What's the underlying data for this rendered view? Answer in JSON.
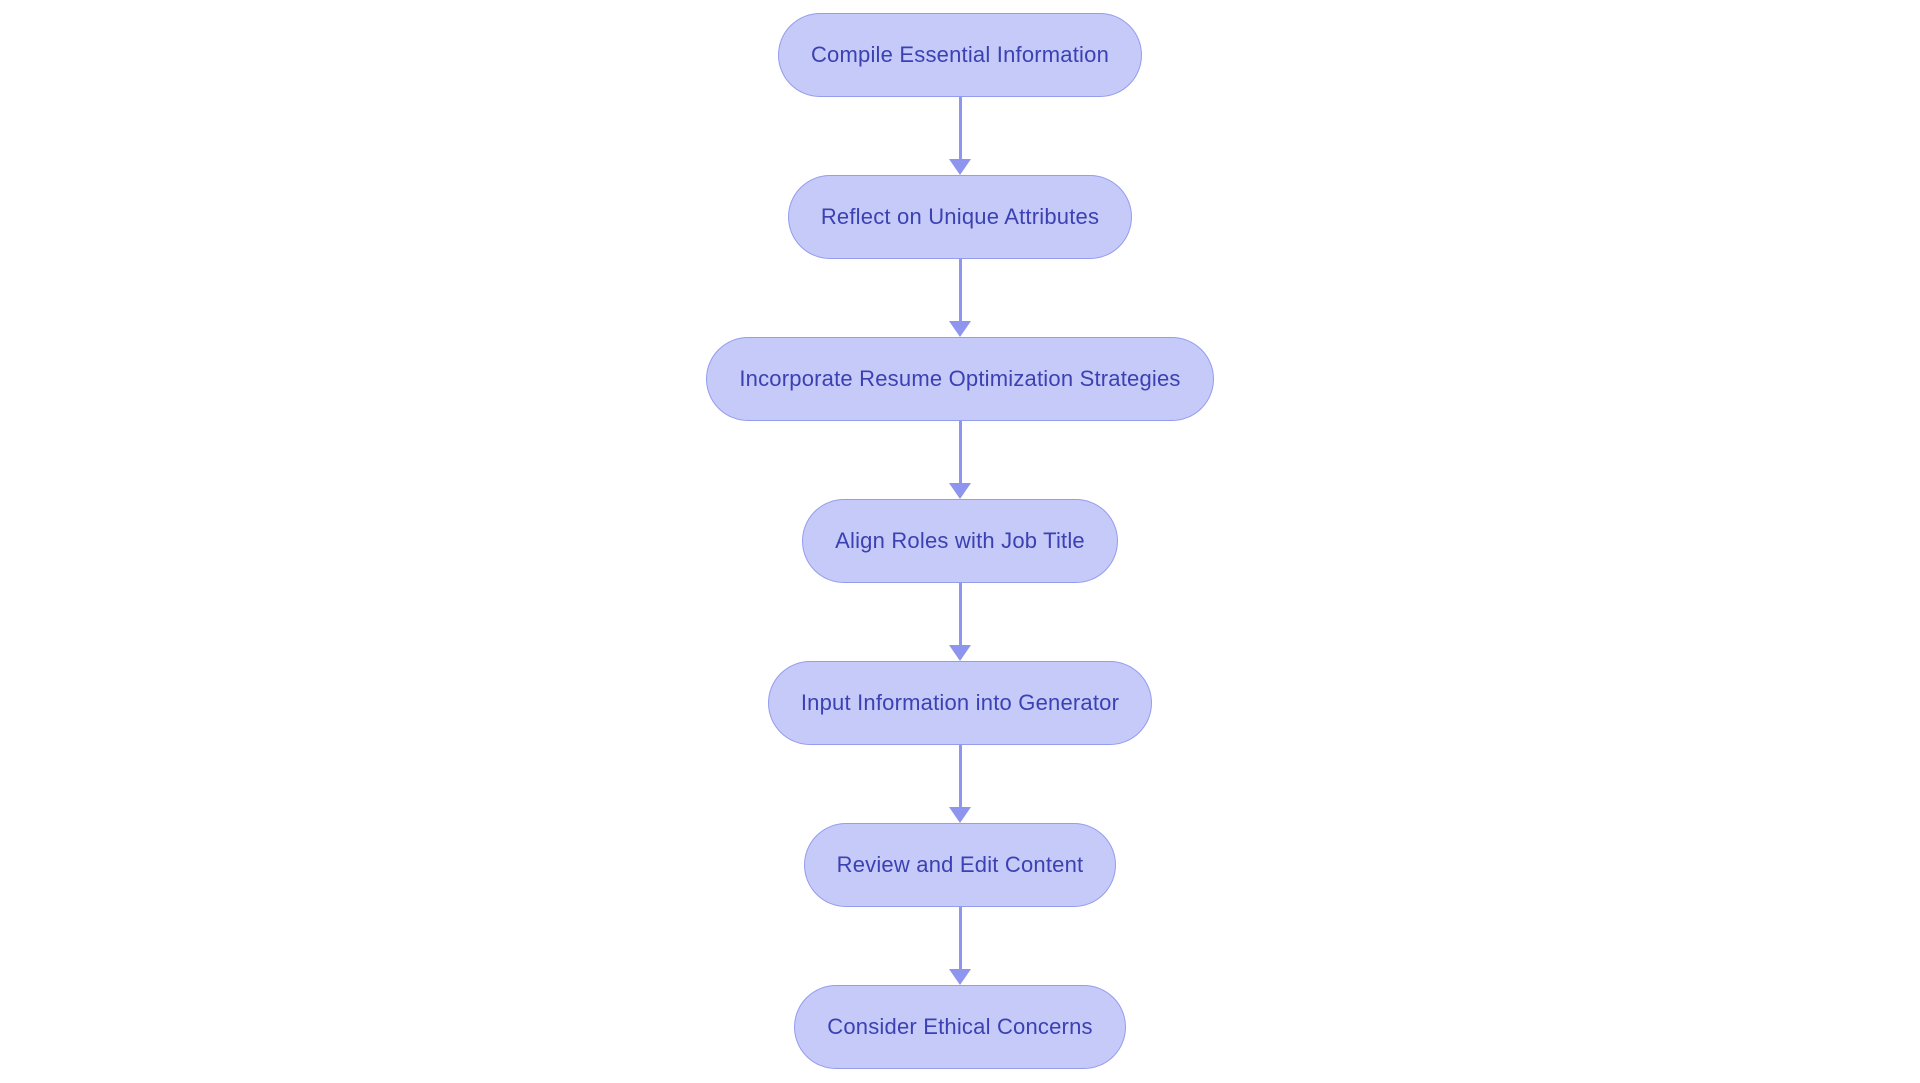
{
  "flowchart": {
    "type": "flowchart",
    "direction": "top-to-bottom",
    "colors": {
      "background": "#ffffff",
      "node_fill": "#c6caf8",
      "node_border": "#949cee",
      "node_text": "#3b41b2",
      "arrow": "#8d95ee"
    },
    "nodes": [
      {
        "label": "Compile Essential Information"
      },
      {
        "label": "Reflect on Unique Attributes"
      },
      {
        "label": "Incorporate Resume Optimization Strategies"
      },
      {
        "label": "Align Roles with Job Title"
      },
      {
        "label": "Input Information into Generator"
      },
      {
        "label": "Review and Edit Content"
      },
      {
        "label": "Consider Ethical Concerns"
      }
    ],
    "edges": [
      {
        "from": "Compile Essential Information",
        "to": "Reflect on Unique Attributes"
      },
      {
        "from": "Reflect on Unique Attributes",
        "to": "Incorporate Resume Optimization Strategies"
      },
      {
        "from": "Incorporate Resume Optimization Strategies",
        "to": "Align Roles with Job Title"
      },
      {
        "from": "Align Roles with Job Title",
        "to": "Input Information into Generator"
      },
      {
        "from": "Input Information into Generator",
        "to": "Review and Edit Content"
      },
      {
        "from": "Review and Edit Content",
        "to": "Consider Ethical Concerns"
      }
    ]
  }
}
